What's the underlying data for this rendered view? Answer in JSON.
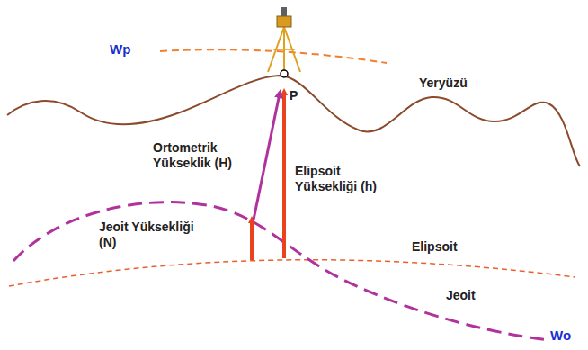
{
  "diagram": {
    "labels": [
      "Wp",
      "P",
      "Yeryüzü",
      "Ortometrik Yükseklik (H)",
      "Elipsoit Yüksekliği (h)",
      "Jeoit Yüksekliği (N)",
      "Elipsoit",
      "Jeoit",
      "Wo"
    ]
  }
}
